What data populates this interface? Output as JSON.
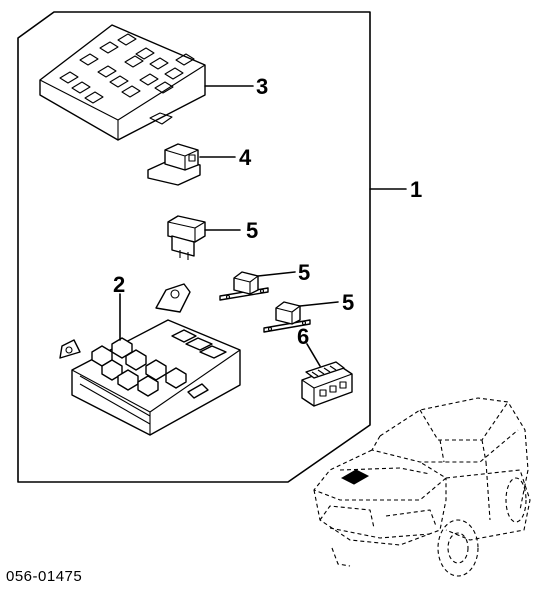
{
  "callouts": {
    "assembly": "1",
    "fuse_box": "2",
    "fuse_box_cover": "3",
    "relay_4": "4",
    "relay_5a": "5",
    "relay_5b": "5",
    "relay_5c": "5",
    "fusible_link": "6"
  },
  "part_number": "056-01475",
  "highlight_color": "#000000"
}
